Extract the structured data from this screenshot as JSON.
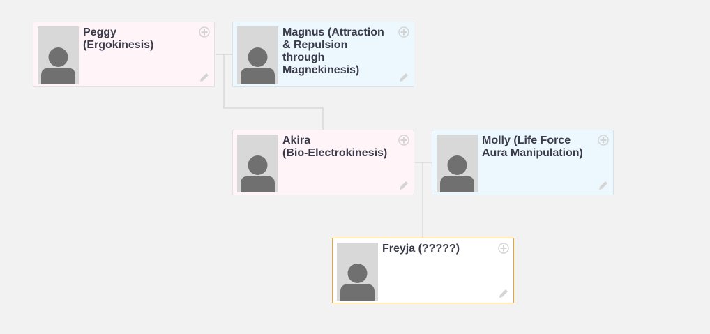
{
  "people": {
    "peggy": {
      "name_line1": "Peggy",
      "name_line2": "(Ergokinesis)"
    },
    "magnus": {
      "name_line1": "Magnus (Attraction",
      "name_line2": "& Repulsion",
      "name_line3": "through",
      "name_line4": "Magnekinesis)"
    },
    "akira": {
      "name_line1": "Akira",
      "name_line2": "(Bio-Electrokinesis)"
    },
    "molly": {
      "name_line1": "Molly (Life Force",
      "name_line2": "Aura Manipulation)"
    },
    "freyja": {
      "name_line1": "Freyja (?????)"
    }
  },
  "icons": {
    "photo": "person-silhouette-icon",
    "add": "plus-circle-icon",
    "edit": "pencil-icon"
  },
  "colors": {
    "female_card_bg": "#fff4f7",
    "male_card_bg": "#ecf8fd",
    "selected_border": "#f0a522",
    "connector": "#cccccc"
  }
}
